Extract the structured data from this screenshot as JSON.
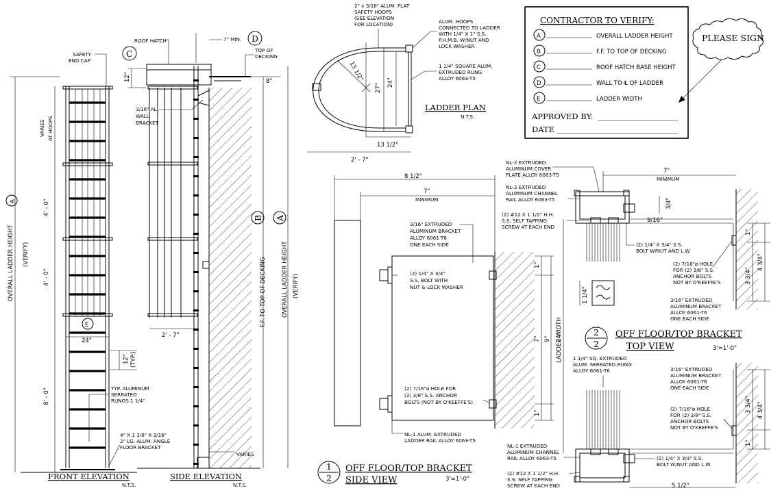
{
  "front_elevation": {
    "title": "FRONT ELEVATION",
    "nts": "N.T.S.",
    "safety_end_cap": [
      "SAFETY",
      "END CAP"
    ],
    "varies_at_hoops": [
      "VARIES",
      "AT HOOPS"
    ],
    "dim_4ft_upper": "4' - 0\"",
    "dim_4ft_lower": "4' - 0\"",
    "dim_8ft": "8' - 0\"",
    "overall_height": "OVERALL LADDER HEIGHT",
    "verify": "(VERIFY)",
    "marker_a": "A",
    "marker_e": "E",
    "width_24": "24\"",
    "rung_spacing": "12\"",
    "typ": "(TYP.)",
    "rung_note": [
      "TYP. ALUMINUM",
      "SERRATED",
      "RUNGS 1 1/4\""
    ],
    "angle_note": [
      "4\" X 1 3/8\" X 3/16\"",
      "2\" LG. ALUM. ANGLE",
      "FLOOR BRACKET"
    ]
  },
  "side_elevation": {
    "title": "SIDE ELEVATION",
    "nts": "N.T.S.",
    "roof_hatch": "ROOF HATCH",
    "marker_c": "C",
    "marker_d": "D",
    "marker_b": "B",
    "marker_a": "A",
    "min_7": "7\" MIN.",
    "top_of_decking": [
      "TOP OF",
      "DECKING"
    ],
    "dim_12": "12\"",
    "dim_8": "8\"",
    "wall_bracket": [
      "3/16\" AL.",
      "WALL",
      "BRACKET"
    ],
    "dim_2_7": "2' - 7\"",
    "ff_top_decking": "F.F. TO TOP OF DECKING",
    "overall_height": "OVERALL LADDER HEIGHT",
    "verify": "(VERIFY)",
    "varies": "VARIES"
  },
  "ladder_plan": {
    "title": "LADDER PLAN",
    "nts": "N.T.S.",
    "hoops_note": [
      "2\" x 3/16\" ALUM. FLAT",
      "SAFETY HOOPS",
      "(SEE ELEVATION",
      "FOR LOCATION)"
    ],
    "alum_hoops_note": [
      "ALUM. HOOPS",
      "CONNECTED TO LADDER",
      "WITH 1/4\" X 1\" S.S.",
      "P.H.M.B. W/NUT AND",
      "LOCK WASHER"
    ],
    "rung_note": [
      "1 1/4\" SQUARE ALUM.",
      "EXTRUDED RUNG",
      "ALLOY 6063-T5"
    ],
    "dim_radius": "13 1/2\"",
    "dim_27": "27\"",
    "dim_24": "24\"",
    "dim_13_half": "13 1/2\"",
    "dim_2_7": "2' - 7\""
  },
  "verify_box": {
    "title": "CONTRACTOR TO VERIFY:",
    "items": [
      {
        "letter": "A",
        "label": "OVERALL LADDER HEIGHT"
      },
      {
        "letter": "B",
        "label": "F.F. TO TOP OF DECKING"
      },
      {
        "letter": "C",
        "label": "ROOF HATCH BASE HEIGHT"
      },
      {
        "letter": "D",
        "label": "WALL TO ℄ OF LADDER"
      },
      {
        "letter": "E",
        "label": "LADDER WIDTH"
      }
    ],
    "approved_by": "APPROVED BY:",
    "date": "DATE",
    "please_sign": "PLEASE SIGN"
  },
  "bracket_side": {
    "num": "1",
    "den": "2",
    "title": "OFF FLOOR/TOP BRACKET",
    "subtitle": "SIDE VIEW",
    "scale": "3'=1'-0\"",
    "dim_8_half": "8 1/2\"",
    "dim_7": "7\"",
    "minimum": "MINIMUM",
    "bracket_note": [
      "3/16\" EXTRUDED",
      "ALUMINUM BRACKET",
      "ALLOY 6061-T6",
      "ONE EACH SIDE"
    ],
    "bolt_note": [
      "(2) 1/4\" X 3/4\"",
      "S.S. BOLT WITH",
      "NUT & LOCK WASHER"
    ],
    "hole_note": [
      "(2) 7/16\"ø HOLE FOR",
      "(2) 3/8\" S.S. ANCHOR",
      "BOLTS (NOT BY O'KEEFFE'S)"
    ],
    "rail_note": [
      "NL-1 ALUM. EXTRUDED",
      "LADDER RAIL ALLOY 6063-T5"
    ],
    "dim_1": "1\"",
    "dim_7_inner": "7\"",
    "dim_9": "9\""
  },
  "bracket_top": {
    "num": "2",
    "den": "2",
    "title": "OFF FLOOR/TOP BRACKET",
    "subtitle": "TOP VIEW",
    "scale": "3'=1'-0\"",
    "dim_7": "7\"",
    "minimum": "MINIMUM",
    "cover_note": [
      "NL-2 EXTRUDED",
      "ALUMINUM COVER",
      "PLATE ALLOY 6063-T5"
    ],
    "channel_note": [
      "NL-2 EXTRUDED",
      "ALUMINUM CHANNEL",
      "RAIL ALLOY 6063-T5"
    ],
    "screw_note": [
      "(2) #12 X 1 1/2\" H.H.",
      "S.S. SELF TAPPING",
      "SCREW AT EACH END"
    ],
    "bolt_note": [
      "(2) 1/4\" X 3/4\" S.S.",
      "BOLT W/NUT AND L.W."
    ],
    "hole_note": [
      "(2) 7/16\"ø HOLE",
      "FOR (2) 3/8\" S.S.",
      "ANCHOR BOLTS",
      "NOT BY O'KEEFFE'S"
    ],
    "bracket_note": [
      "3/16\" EXTRUDED",
      "ALUMINUM BRACKET",
      "ALLOY 6061-T6",
      "ONE EACH SIDE"
    ],
    "rung_note": [
      "1 1/4\" SQ. EXTRUDED",
      "ALUM. SERRATED RUNG",
      "ALLOY 6061-T6"
    ],
    "bracket_note2": [
      "3/16\" EXTRUDED",
      "ALUMINUM BRACKET",
      "ALLOY 6061-T6",
      "ONE EACH SIDE"
    ],
    "hole_note2": [
      "(2) 7/16\"ø HOLE",
      "FOR (2) 3/8\" S.S.",
      "ANCHOR BOLTS",
      "NOT BY O'KEEFFE'S"
    ],
    "nl1_note": [
      "NL-1 EXTRUDED",
      "ALUMINUM CHANNEL",
      "RAIL ALLOY 6063-T5"
    ],
    "screw_note2": [
      "(2) #12 X 1 1/2\" H.H.",
      "S.S. SELF TAPPING",
      "SCREW AT EACH END"
    ],
    "bolt_note2": [
      "(2) 1/4\" X 3/4\" S.S.",
      "BOLT W/NUT AND L.W."
    ],
    "dim_3_4": "3/4\"",
    "dim_9_16": "9/16\"",
    "dim_1_1_4": "1 1/4\"",
    "dim_1": "1\"",
    "dim_3_3_4": "3 3/4\"",
    "dim_4_3_4": "4 3/4\"",
    "dim_5_half": "5 1/2\"",
    "ladder_width": "LADDER WIDTH",
    "dim_24": "24\""
  }
}
